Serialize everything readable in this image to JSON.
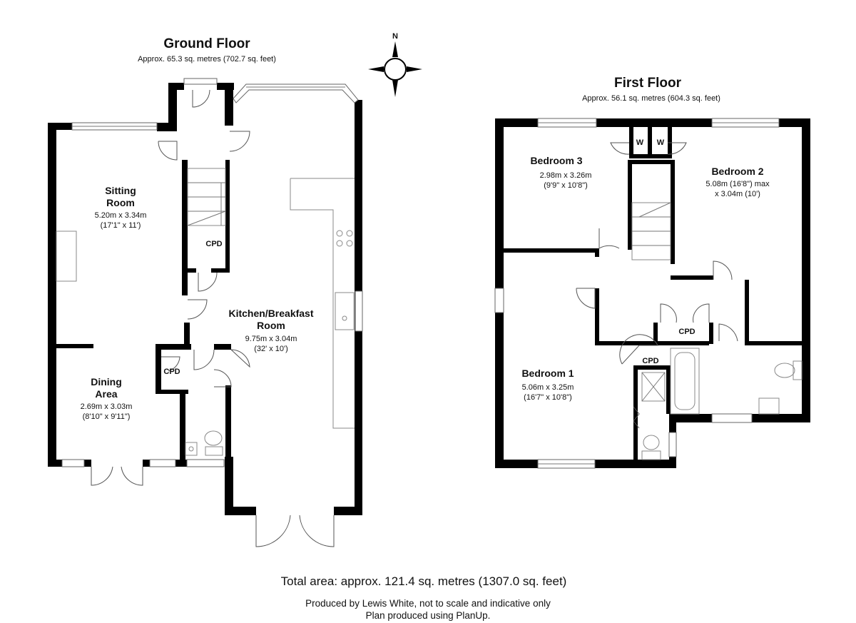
{
  "ground_floor": {
    "title": "Ground Floor",
    "area": "Approx. 65.3 sq. metres (702.7 sq. feet)",
    "rooms": {
      "sitting": {
        "name_l1": "Sitting",
        "name_l2": "Room",
        "dim1": "5.20m x 3.34m",
        "dim2": "(17'1\" x 11')"
      },
      "dining": {
        "name_l1": "Dining",
        "name_l2": "Area",
        "dim1": "2.69m x 3.03m",
        "dim2": "(8'10\" x 9'11\")"
      },
      "kitchen": {
        "name_l1": "Kitchen/Breakfast",
        "name_l2": "Room",
        "dim1": "9.75m x 3.04m",
        "dim2": "(32' x 10')"
      },
      "cpd_under_stairs": "CPD",
      "cpd_cloak": "CPD"
    }
  },
  "first_floor": {
    "title": "First Floor",
    "area": "Approx. 56.1 sq. metres (604.3 sq. feet)",
    "rooms": {
      "bedroom3": {
        "name": "Bedroom 3",
        "dim1": "2.98m x 3.26m",
        "dim2": "(9'9\" x 10'8\")"
      },
      "bedroom2": {
        "name": "Bedroom 2",
        "dim1": "5.08m (16'8\") max",
        "dim2": "x 3.04m (10')"
      },
      "bedroom1": {
        "name": "Bedroom 1",
        "dim1": "5.06m x 3.25m",
        "dim2": "(16'7\" x 10'8\")"
      },
      "wardrobe_a": "W",
      "wardrobe_b": "W",
      "cpd_landing": "CPD",
      "cpd_bathroom": "CPD"
    }
  },
  "compass": {
    "north_label": "N"
  },
  "footer": {
    "total_area": "Total area: approx. 121.4 sq. metres (1307.0 sq. feet)",
    "producer": "Produced by Lewis White, not to scale and indicative only",
    "software": "Plan produced using PlanUp."
  }
}
